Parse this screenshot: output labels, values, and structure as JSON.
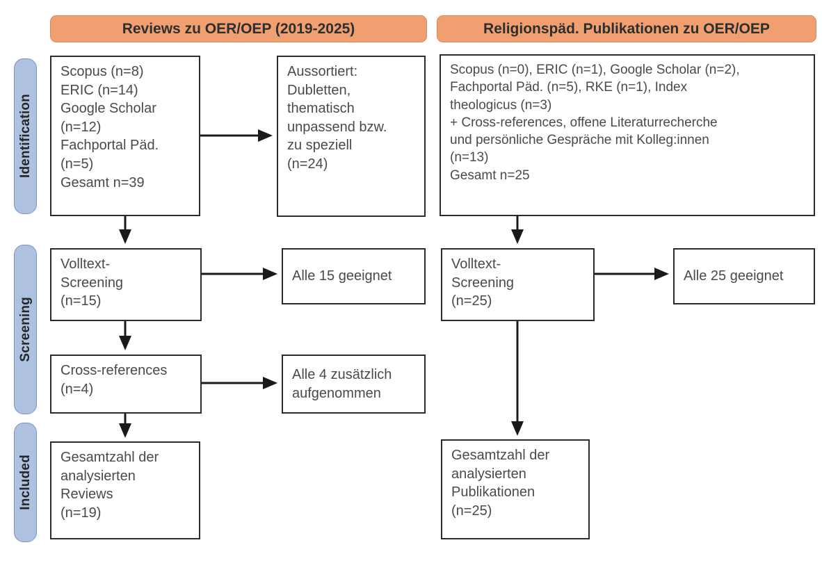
{
  "columns": {
    "left": {
      "header": "Reviews zu OER/OEP (2019-2025)"
    },
    "right": {
      "header": "Religionspäd. Publikationen zu OER/OEP"
    }
  },
  "stages": [
    {
      "label": "Identification"
    },
    {
      "label": "Screening"
    },
    {
      "label": "Included"
    }
  ],
  "left_column": {
    "identification_sources": "Scopus (n=8)\nERIC (n=14)\nGoogle Scholar\n(n=12)\nFachportal Päd.\n(n=5)\nGesamt n=39",
    "excluded": "Aussortiert:\nDubletten,\nthematisch\nunpassend bzw.\nzu speziell\n(n=24)",
    "fulltext_screening": "Volltext-\nScreening\n(n=15)",
    "fulltext_result": "Alle 15 geeignet",
    "cross_references": "Cross-references\n(n=4)",
    "cross_references_result": "Alle 4 zusätzlich\naufgenommen",
    "included": "Gesamtzahl der\nanalysierten\nReviews\n(n=19)"
  },
  "right_column": {
    "identification_sources": "Scopus (n=0), ERIC (n=1), Google Scholar (n=2),\nFachportal Päd. (n=5), RKE (n=1), Index\ntheologicus (n=3)\n+ Cross-references, offene Literaturrecherche\nund persönliche Gespräche mit Kolleg:innen\n(n=13)\nGesamt n=25",
    "fulltext_screening": "Volltext-\nScreening\n(n=25)",
    "fulltext_result": "Alle 25 geeignet",
    "included": "Gesamtzahl der\nanalysierten\nPublikationen\n(n=25)"
  },
  "colors": {
    "header_orange": "#f0a070",
    "stage_blue": "#aec1e0",
    "box_border": "#2b2b2b",
    "text_gray": "#4a4a4a"
  }
}
